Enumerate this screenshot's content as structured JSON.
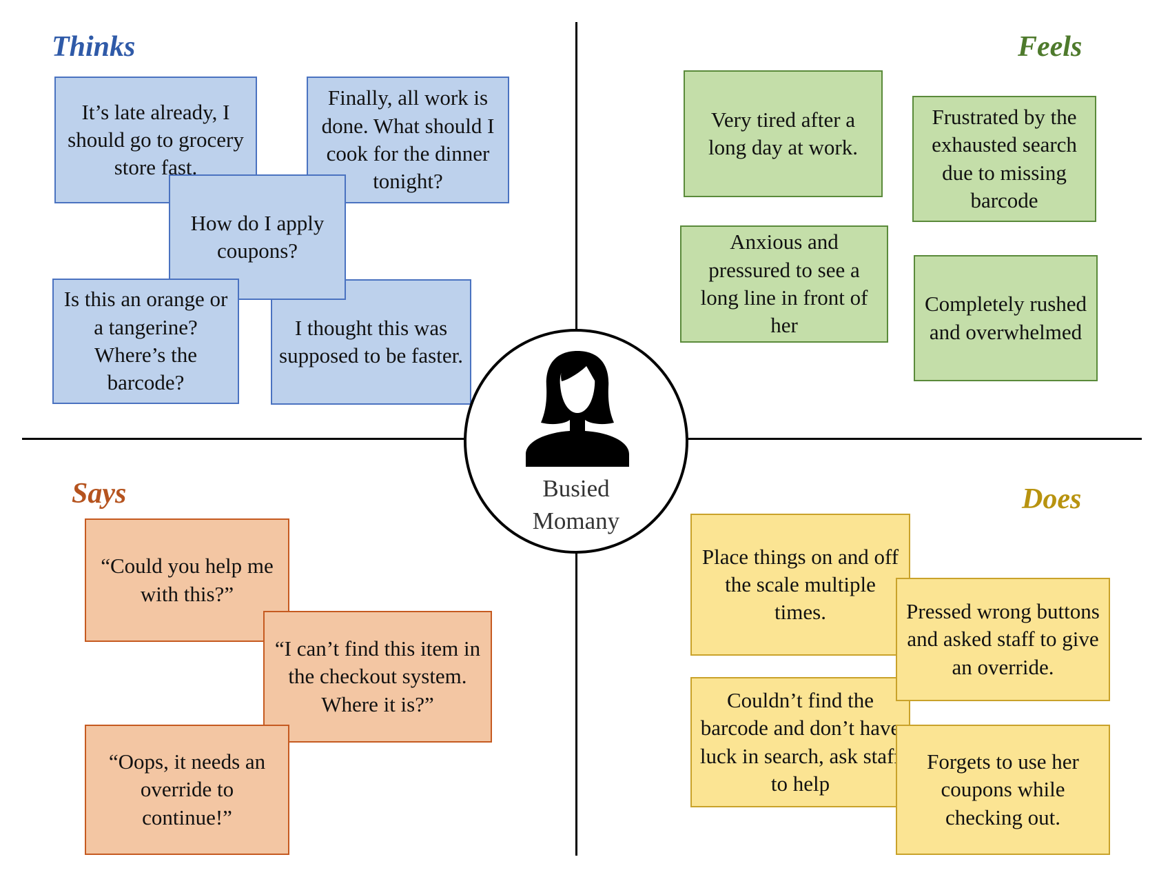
{
  "persona": {
    "name_line1": "Busied",
    "name_line2": "Momany"
  },
  "quadrants": {
    "thinks": {
      "title": "Thinks",
      "color": "#2f5aa8",
      "notes": [
        "It’s late already, I should go to grocery store fast.",
        "Finally, all work is done. What should I cook for the dinner tonight?",
        "How do I apply coupons?",
        "Is this an orange or a tangerine? Where’s the barcode?",
        "I thought this was supposed to be faster."
      ]
    },
    "feels": {
      "title": "Feels",
      "color": "#4e7a2c",
      "notes": [
        "Very tired after a long day at work.",
        "Frustrated by the exhausted search due to missing barcode",
        "Anxious and pressured to see a long line in front of her",
        "Completely rushed and overwhelmed"
      ]
    },
    "says": {
      "title": "Says",
      "color": "#b5531e",
      "notes": [
        "“Could you help me with this?”",
        "“I can’t find this item in the checkout system. Where it is?”",
        "“Oops, it needs an override to continue!”"
      ]
    },
    "does": {
      "title": "Does",
      "color": "#b8930f",
      "notes": [
        "Place things on and off the scale multiple times.",
        "Pressed wrong buttons and asked staff to give an override.",
        "Couldn’t find the barcode and don’t have luck in search, ask staff to help",
        "Forgets to use her coupons while checking out."
      ]
    }
  }
}
